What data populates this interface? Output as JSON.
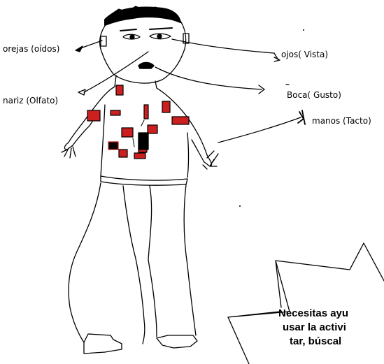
{
  "labels": {
    "ears": "orejas (oídos)",
    "eyes": "ojos( Vista)",
    "nose": "nariz (Olfato)",
    "mouth": "Boca( Gusto)",
    "hands": "manos (Tacto)"
  },
  "burst": {
    "line1": "Necesitas ayu",
    "line2": "usar la activi",
    "line3": "tar,  búscal"
  },
  "colors": {
    "background": "#ffffff",
    "ink": "#000000",
    "patch": "#cc1f1f"
  }
}
